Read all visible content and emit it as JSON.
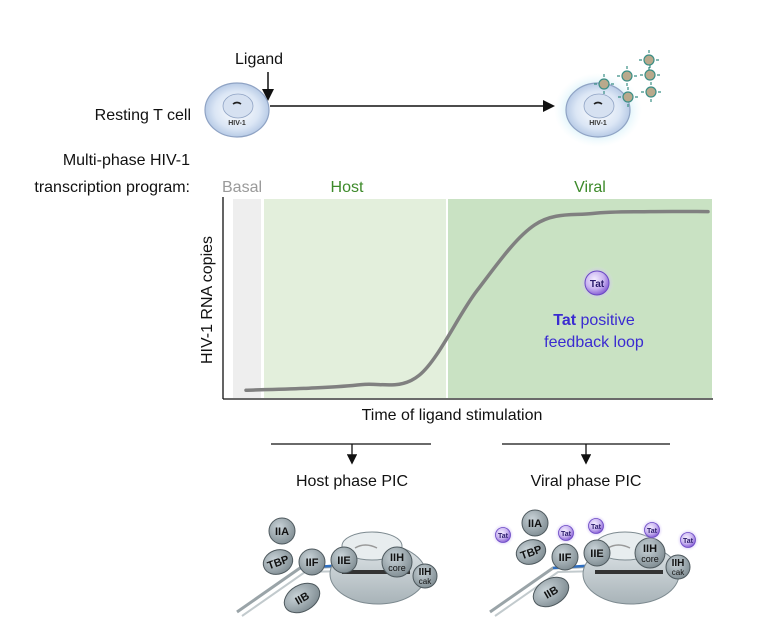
{
  "top": {
    "ligand_label": "Ligand",
    "resting_label": "Resting T cell",
    "cell_label": "HIV-1"
  },
  "program": {
    "label_line1": "Multi-phase HIV-1",
    "label_line2": "transcription program:"
  },
  "phases": {
    "basal": "Basal",
    "host": "Host",
    "viral": "Viral"
  },
  "plot": {
    "ylabel": "HIV-1 RNA copies",
    "xlabel": "Time of ligand stimulation",
    "tat_badge": "Tat",
    "feedback_bold": "Tat",
    "feedback_rest": "positive",
    "feedback_line2": "feedback loop"
  },
  "chart_data": {
    "type": "line",
    "series": [
      {
        "values": [
          0.02,
          0.03,
          0.05,
          0.1,
          0.55,
          0.9,
          0.96,
          0.97,
          0.97
        ]
      }
    ],
    "regions": [
      "Basal",
      "Host",
      "Viral"
    ],
    "xlabel": "Time of ligand stimulation",
    "ylabel": "HIV-1 RNA copies"
  },
  "pic": {
    "host_title": "Host phase PIC",
    "viral_title": "Viral phase PIC",
    "factors": {
      "iia": "IIA",
      "tbp": "TBP",
      "iif": "IIF",
      "iie": "IIE",
      "iib": "IIB",
      "iih": "IIH",
      "core": "core",
      "cak": "cak",
      "tat": "Tat"
    }
  },
  "colors": {
    "basal": "#eeeeee",
    "host": "#e3efdc",
    "viral": "#c9e2c3",
    "phase_text": "#3d8a2a",
    "basal_text": "#9a9a9a",
    "tat": "#3a2bd1",
    "curve": "#808080"
  }
}
